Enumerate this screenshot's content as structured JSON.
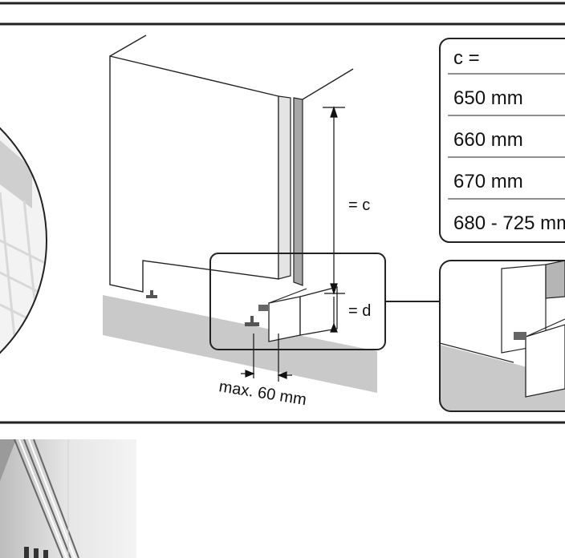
{
  "table": {
    "header": "c =",
    "rows": [
      "650 mm",
      "660 mm",
      "670 mm",
      "680 - 725 mm"
    ]
  },
  "labels": {
    "dim_c": "= c",
    "dim_d": "= d",
    "max_gap": "max. 60 mm"
  }
}
